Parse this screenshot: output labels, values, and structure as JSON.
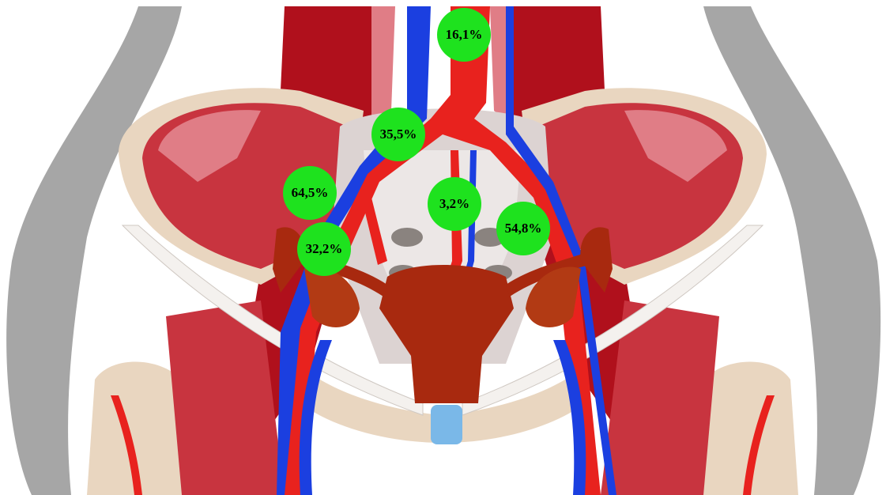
{
  "colors": {
    "background": "#a6a6a6",
    "skin_outline": "#ffffff",
    "bone": "#e9d6c0",
    "bone_light": "#f4f1ee",
    "muscle": "#c8343f",
    "muscle_dark": "#b0101c",
    "muscle_pink": "#e07d86",
    "artery": "#e8221e",
    "vein": "#1b3fe0",
    "uterus": "#a8290f",
    "ovary": "#b23a14",
    "bladder": "#7ab8e8",
    "sacrum": "#dcd3d2",
    "marker": "#1ee21e",
    "marker_text": "#000000"
  },
  "markers": [
    {
      "id": "aorta-bifurcation",
      "label": "16,1%"
    },
    {
      "id": "common-iliac",
      "label": "35,5%"
    },
    {
      "id": "external-iliac-left",
      "label": "64,5%"
    },
    {
      "id": "internal-iliac-left",
      "label": "32,2%"
    },
    {
      "id": "median-sacral",
      "label": "3,2%"
    },
    {
      "id": "ovarian-right",
      "label": "54,8%"
    }
  ]
}
